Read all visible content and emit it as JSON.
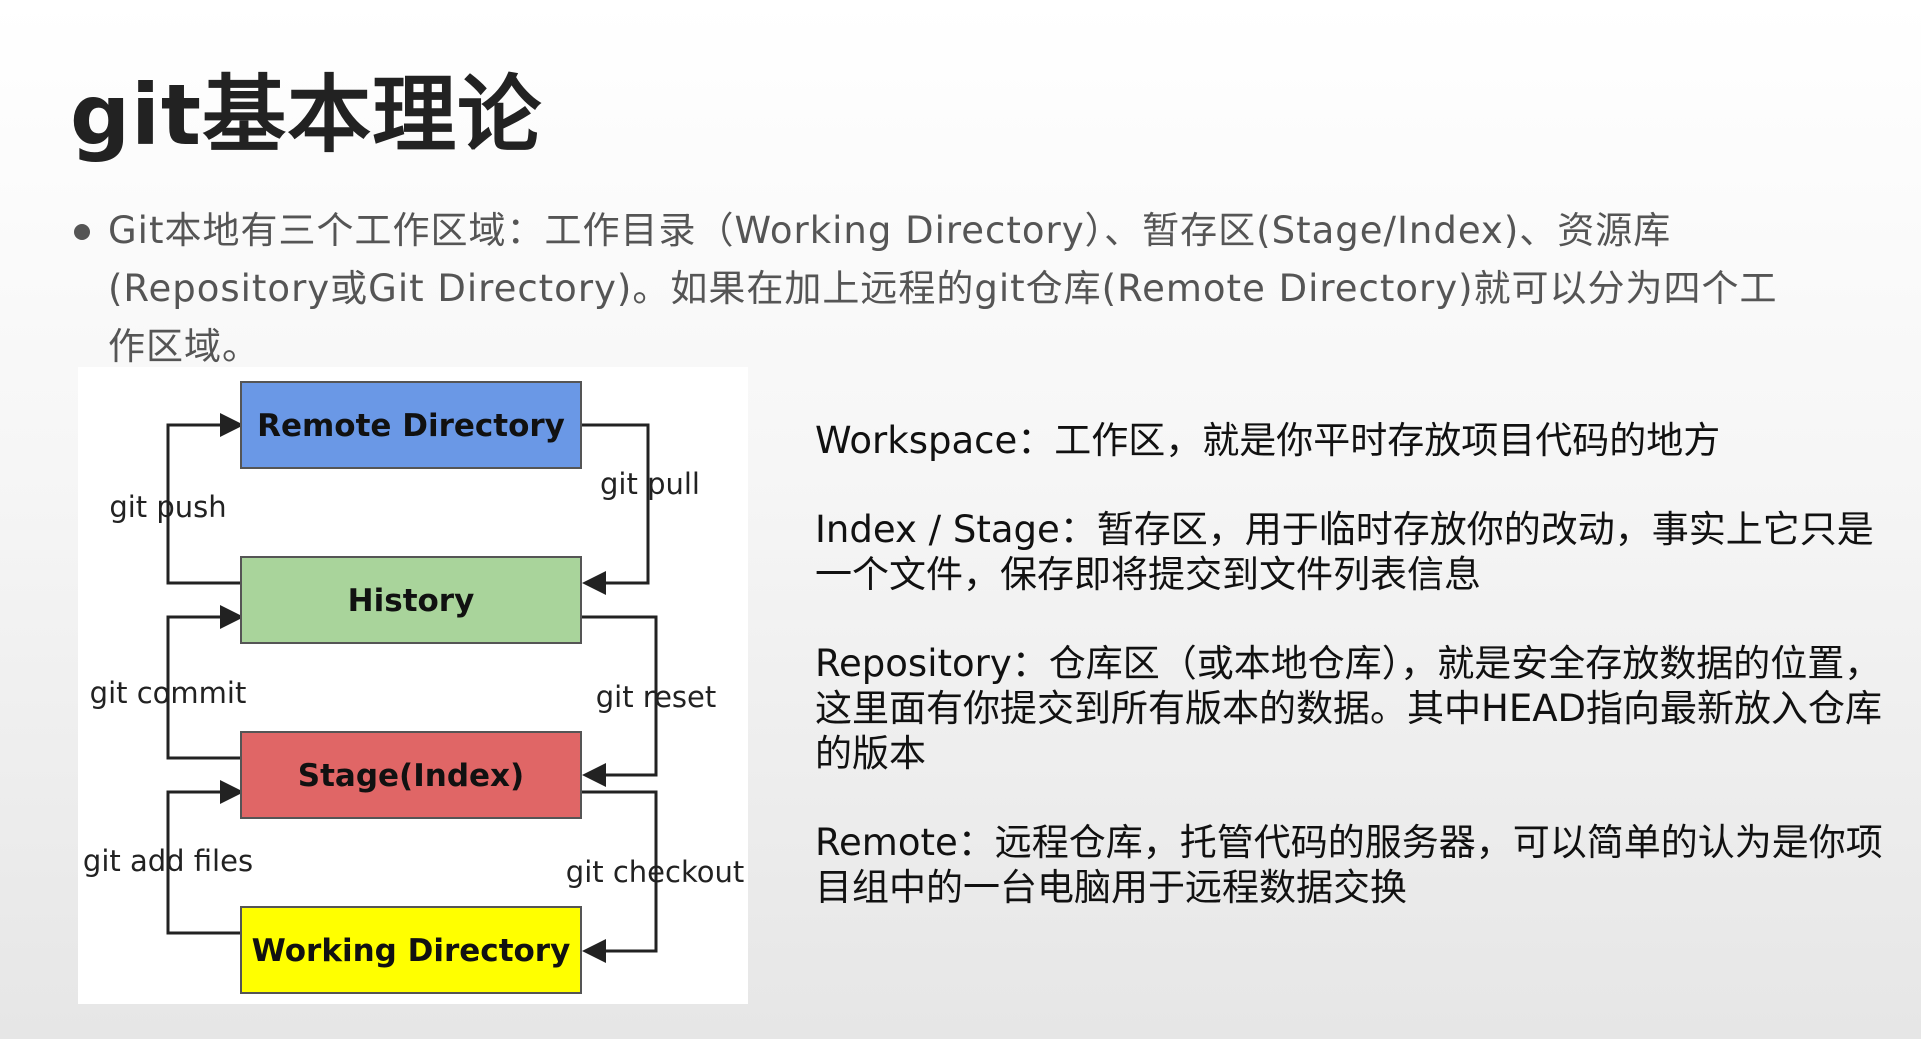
{
  "slide": {
    "title": "git基本理论",
    "bullet": "Git本地有三个工作区域：工作目录（Working Directory）、暂存区(Stage/Index)、资源库(Repository或Git Directory)。如果在加上远程的git仓库(Remote Directory)就可以分为四个工作区域。"
  },
  "diagram": {
    "states": [
      {
        "id": "remote",
        "label": "Remote Directory",
        "color": "#6a98e6"
      },
      {
        "id": "history",
        "label": "History",
        "color": "#a9d49b"
      },
      {
        "id": "stage",
        "label": "Stage(Index)",
        "color": "#e06666"
      },
      {
        "id": "working",
        "label": "Working Directory",
        "color": "#ffff00"
      }
    ],
    "commands": {
      "git_push": "git push",
      "git_pull": "git pull",
      "git_commit": "git commit",
      "git_reset": "git reset",
      "git_add": "git add files",
      "git_checkout": "git checkout"
    }
  },
  "descriptions": [
    "Workspace：工作区，就是你平时存放项目代码的地方",
    "Index / Stage：暂存区，用于临时存放你的改动，事实上它只是一个文件，保存即将提交到文件列表信息",
    "Repository：仓库区（或本地仓库），就是安全存放数据的位置，这里面有你提交到所有版本的数据。其中HEAD指向最新放入仓库的版本",
    "Remote：远程仓库，托管代码的服务器，可以简单的认为是你项目组中的一台电脑用于远程数据交换"
  ]
}
